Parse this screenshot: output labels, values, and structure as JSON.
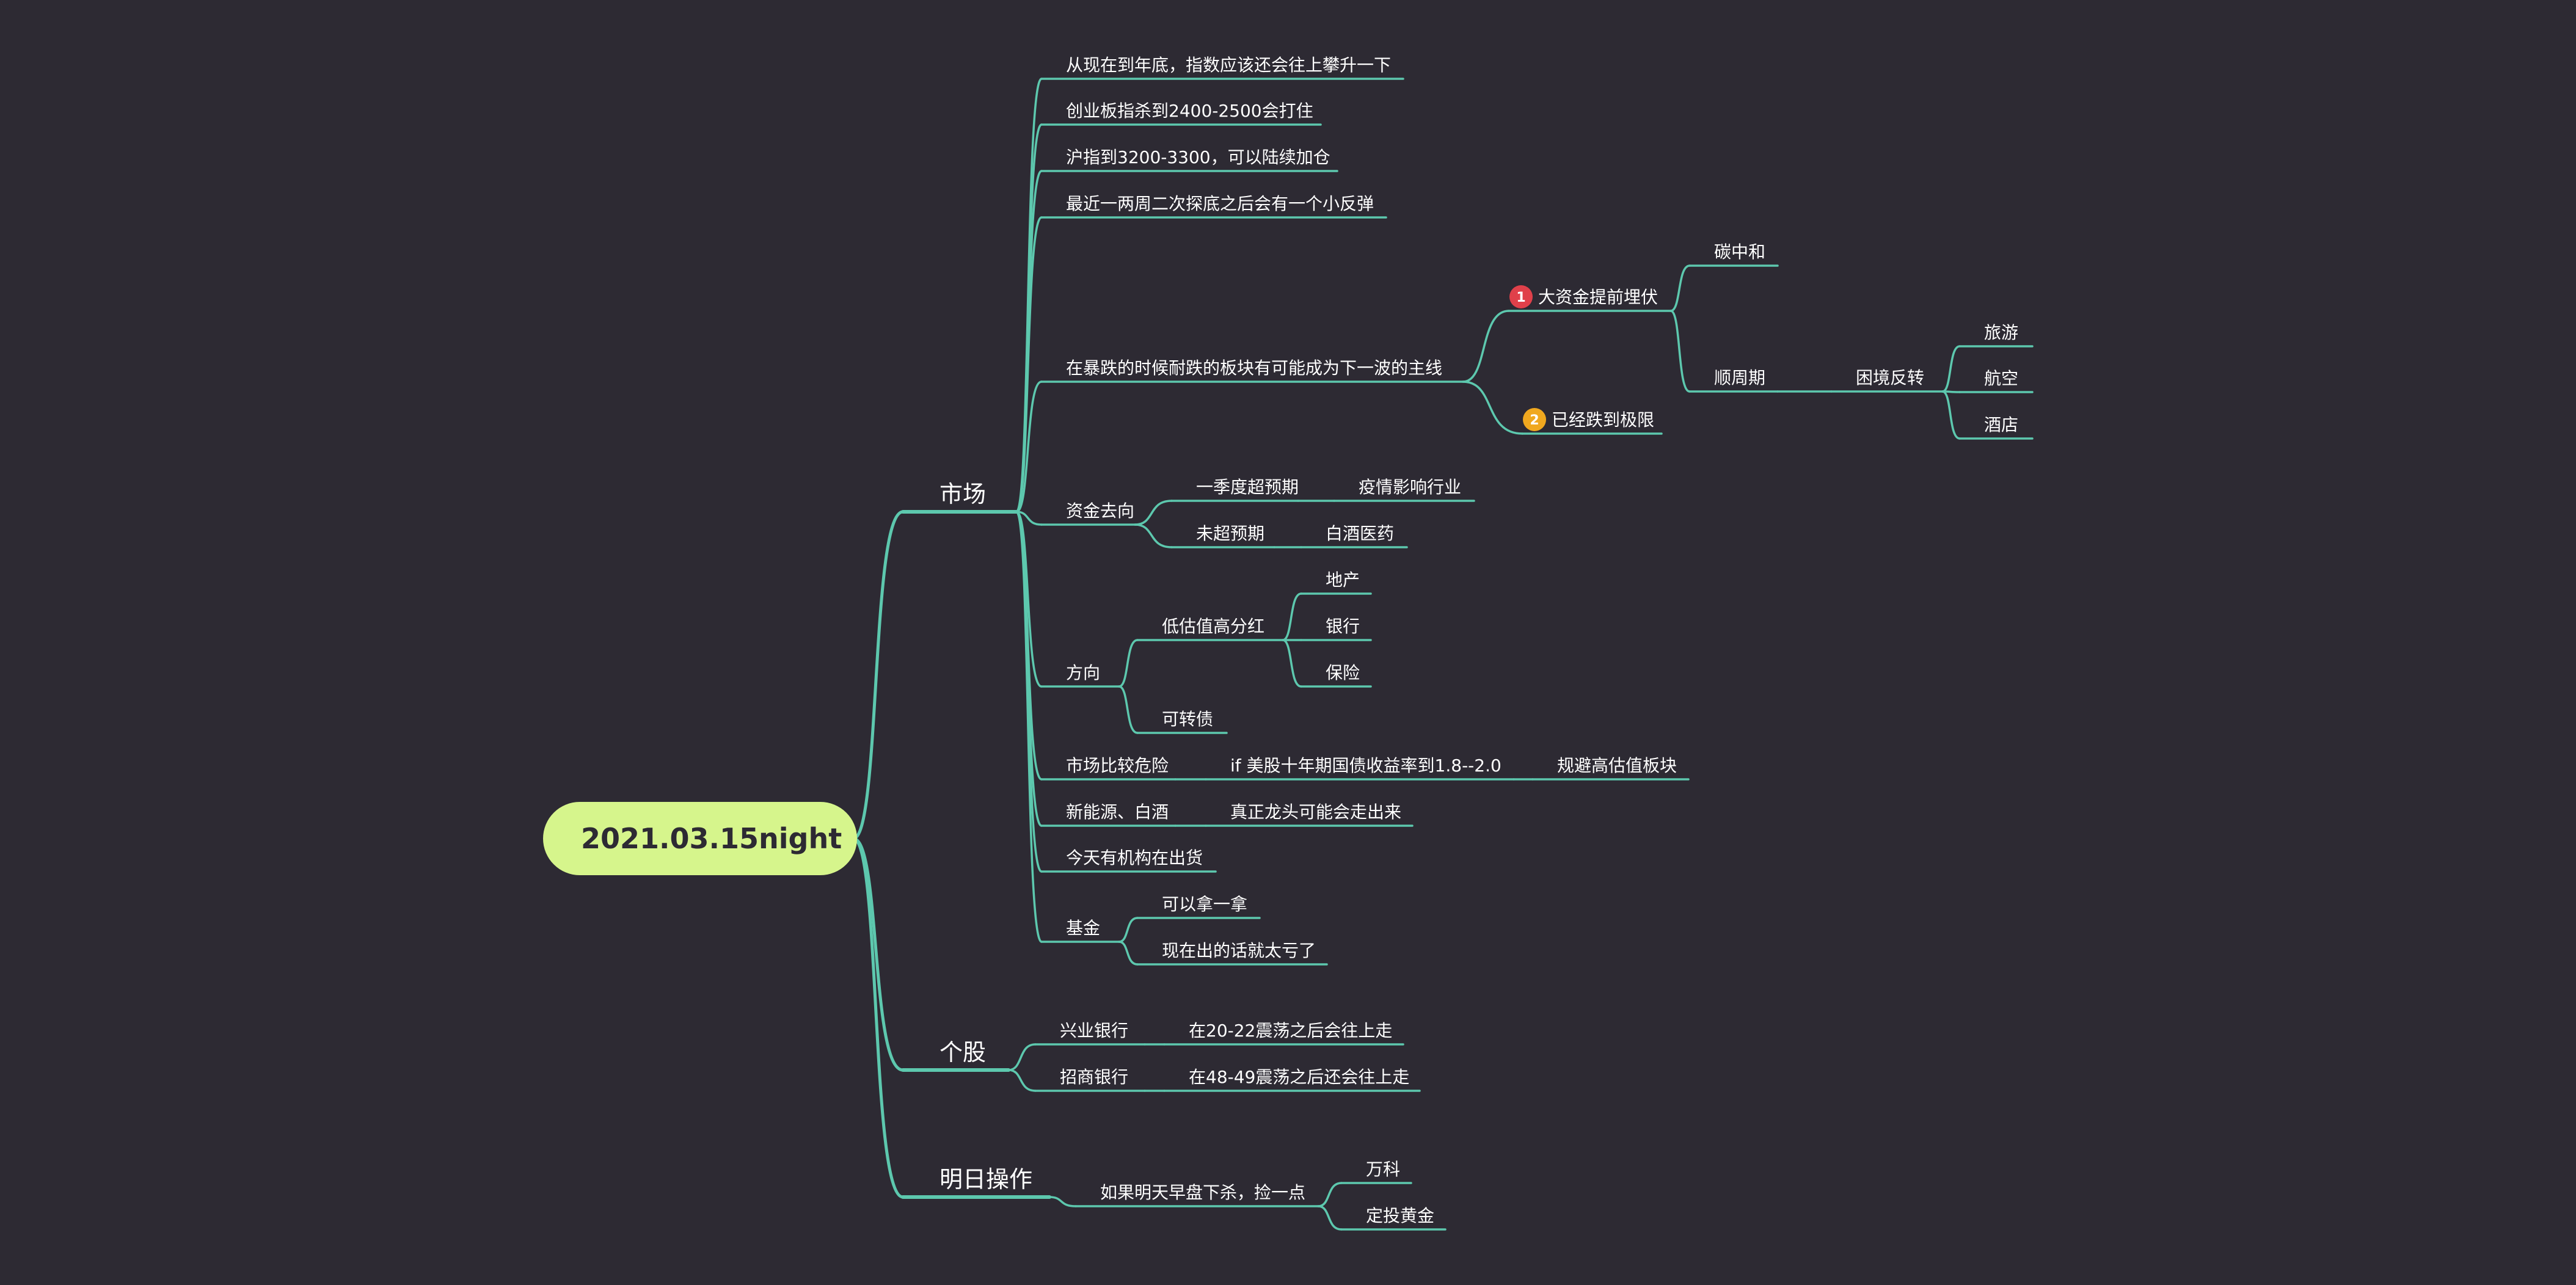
{
  "colors": {
    "background": "#2d2a33",
    "branch_line": "#5dc8ae",
    "text": "#ffffff",
    "root_fill": "#d6f58c",
    "root_text": "#2d2a33",
    "badge_red": "#e0404a",
    "badge_orange": "#f0a81f"
  },
  "mindmap": {
    "root": {
      "label": "2021.03.15night",
      "children": [
        {
          "label": "市场",
          "children": [
            {
              "label": "从现在到年底，指数应该还会往上攀升一下"
            },
            {
              "label": "创业板指杀到2400-2500会打住"
            },
            {
              "label": "沪指到3200-3300，可以陆续加仓"
            },
            {
              "label": "最近一两周二次探底之后会有一个小反弹"
            },
            {
              "label": "在暴跌的时候耐跌的板块有可能成为下一波的主线",
              "children": [
                {
                  "label": "大资金提前埋伏",
                  "badge": "1",
                  "badge_color": "red",
                  "children": [
                    {
                      "label": "碳中和"
                    },
                    {
                      "label": "顺周期",
                      "children": [
                        {
                          "label": "困境反转",
                          "children": [
                            {
                              "label": "旅游"
                            },
                            {
                              "label": "航空"
                            },
                            {
                              "label": "酒店"
                            }
                          ]
                        }
                      ]
                    }
                  ]
                },
                {
                  "label": "已经跌到极限",
                  "badge": "2",
                  "badge_color": "orange"
                }
              ]
            },
            {
              "label": "资金去向",
              "children": [
                {
                  "label": "一季度超预期",
                  "children": [
                    {
                      "label": "疫情影响行业"
                    }
                  ]
                },
                {
                  "label": "未超预期",
                  "children": [
                    {
                      "label": "白酒医药"
                    }
                  ]
                }
              ]
            },
            {
              "label": "方向",
              "children": [
                {
                  "label": "低估值高分红",
                  "children": [
                    {
                      "label": "地产"
                    },
                    {
                      "label": "银行"
                    },
                    {
                      "label": "保险"
                    }
                  ]
                },
                {
                  "label": "可转债"
                }
              ]
            },
            {
              "label": "市场比较危险",
              "children": [
                {
                  "label": "if 美股十年期国债收益率到1.8--2.0",
                  "children": [
                    {
                      "label": "规避高估值板块"
                    }
                  ]
                }
              ]
            },
            {
              "label": "新能源、白酒",
              "children": [
                {
                  "label": "真正龙头可能会走出来"
                }
              ]
            },
            {
              "label": "今天有机构在出货"
            },
            {
              "label": "基金",
              "children": [
                {
                  "label": "可以拿一拿"
                },
                {
                  "label": "现在出的话就太亏了"
                }
              ]
            }
          ]
        },
        {
          "label": "个股",
          "children": [
            {
              "label": "兴业银行",
              "children": [
                {
                  "label": "在20-22震荡之后会往上走"
                }
              ]
            },
            {
              "label": "招商银行",
              "children": [
                {
                  "label": "在48-49震荡之后还会往上走"
                }
              ]
            }
          ]
        },
        {
          "label": "明日操作",
          "children": [
            {
              "label": "如果明天早盘下杀，捡一点",
              "children": [
                {
                  "label": "万科"
                },
                {
                  "label": "定投黄金"
                }
              ]
            }
          ]
        }
      ]
    }
  }
}
